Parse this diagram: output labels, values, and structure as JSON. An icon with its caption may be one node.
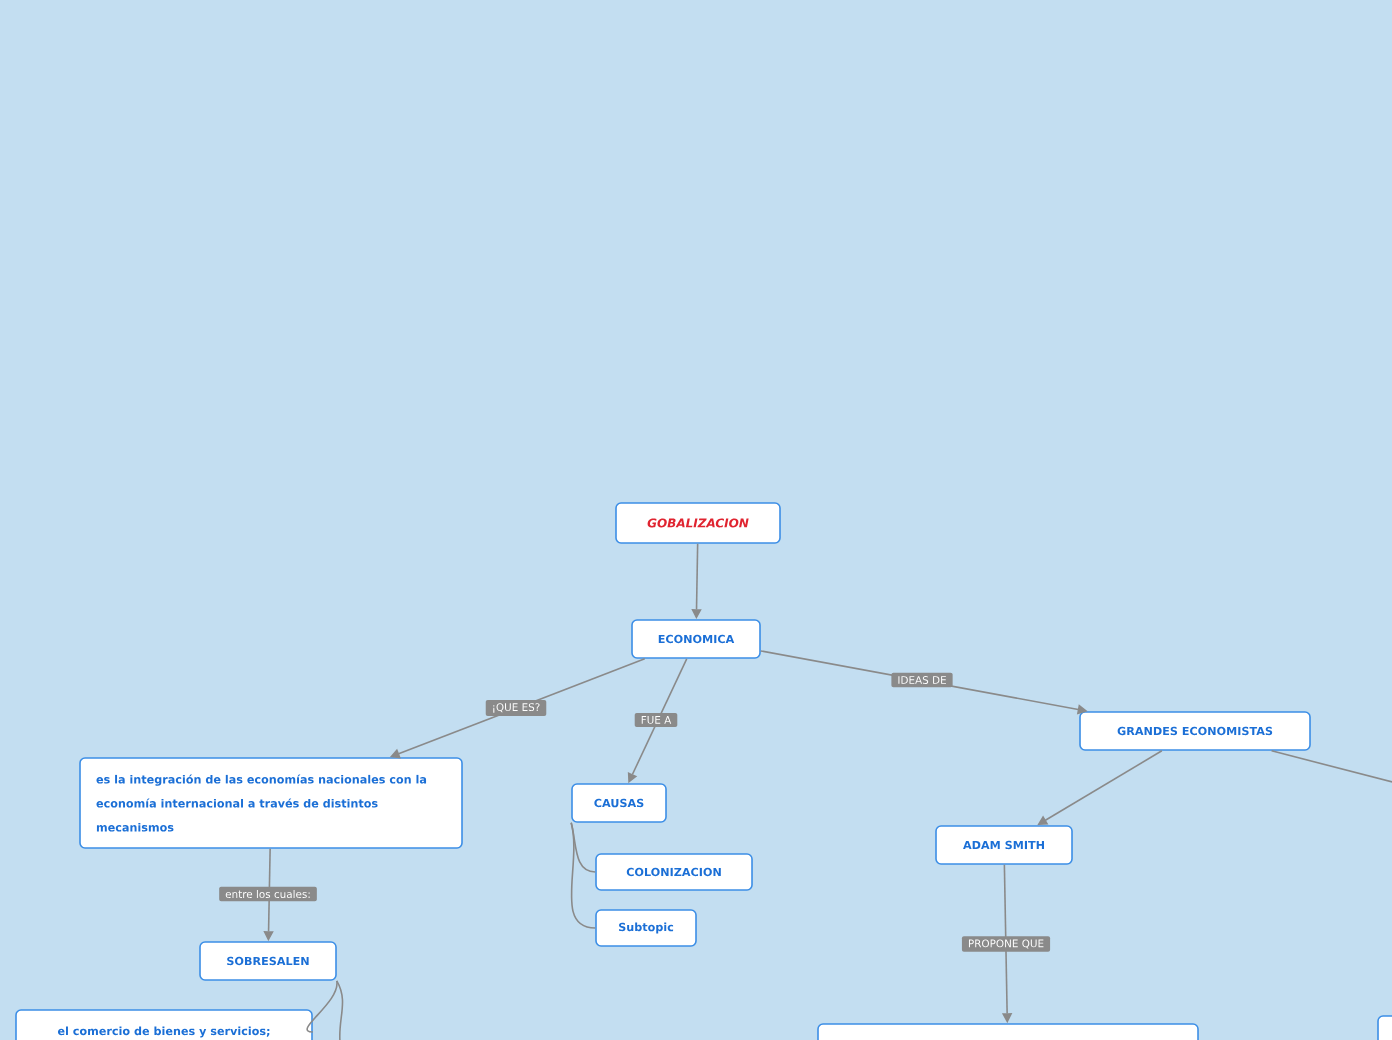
{
  "diagram": {
    "nodes": [
      {
        "text": [
          "GOBALIZACION"
        ]
      },
      {
        "text": [
          "ECONOMICA"
        ]
      },
      {
        "text": [
          "es la integración de las economías nacionales con la economía internacional a través de distintos mecanismos"
        ]
      },
      {
        "text": [
          "SOBRESALEN"
        ]
      },
      {
        "text": [
          "el comercio de bienes y servicios;"
        ]
      },
      {
        "text": [
          "CAUSAS"
        ]
      },
      {
        "text": [
          "COLONIZACION"
        ]
      },
      {
        "text": [
          "Subtopic"
        ]
      },
      {
        "text": [
          "GRANDES ECONOMISTAS"
        ]
      },
      {
        "text": [
          "ADAM SMITH"
        ]
      },
      {
        "text": [],
        "shape": "box"
      },
      {
        "text": [],
        "shape": "box"
      }
    ],
    "edges": [
      {
        "from": 0,
        "to": 1,
        "arrow": "to"
      },
      {
        "from": 1,
        "to": 2,
        "arrow": "to",
        "label": "¡QUE ES?"
      },
      {
        "from": 1,
        "to": 5,
        "arrow": "to",
        "label": "FUE A"
      },
      {
        "from": 1,
        "to": 8,
        "arrow": "to",
        "label": "IDEAS DE"
      },
      {
        "from": 2,
        "to": 3,
        "arrow": "to",
        "label": "entre los cuales:"
      },
      {
        "from": 3,
        "to": 4,
        "arrow": "none"
      },
      {
        "from": 3,
        "to": null,
        "arrow": "none"
      },
      {
        "from": 5,
        "to": 6,
        "arrow": "none"
      },
      {
        "from": 5,
        "to": 7,
        "arrow": "none"
      },
      {
        "from": 8,
        "to": 9,
        "arrow": "to"
      },
      {
        "from": 9,
        "to": 10,
        "arrow": "to",
        "label": "PROPONE QUE"
      },
      {
        "from": 8,
        "to": null,
        "arrow": "none"
      }
    ]
  }
}
